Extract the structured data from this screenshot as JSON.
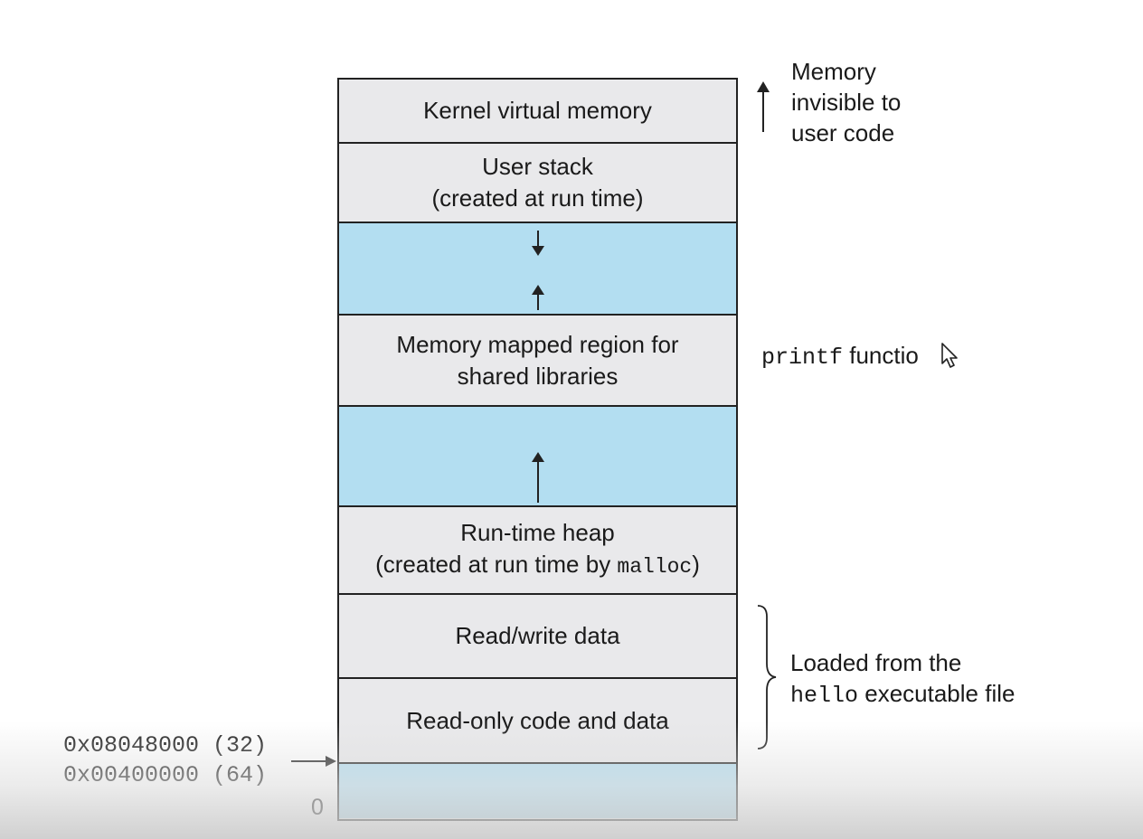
{
  "regions": {
    "kernel": "Kernel virtual memory",
    "stack_line1": "User stack",
    "stack_line2": "(created at run time)",
    "mmap_line1": "Memory mapped region for",
    "mmap_line2": "shared libraries",
    "heap_line1": "Run-time heap",
    "heap_line2_prefix": "(created at run time by ",
    "heap_line2_code": "malloc",
    "heap_line2_suffix": ")",
    "rw": "Read/write data",
    "ro": "Read-only code and data"
  },
  "annotations": {
    "invisible_line1": "Memory",
    "invisible_line2": "invisible to",
    "invisible_line3": "user code",
    "printf_code": "printf",
    "printf_text": " functio",
    "loaded_line1": "Loaded from the",
    "loaded_code": "hello",
    "loaded_text": " executable file"
  },
  "addresses": {
    "addr32": "0x08048000 (32)",
    "addr64": "0x00400000 (64)",
    "zero": "0"
  },
  "colors": {
    "region_gray": "#e9e9eb",
    "region_blue": "#b3def1",
    "border": "#222222"
  }
}
